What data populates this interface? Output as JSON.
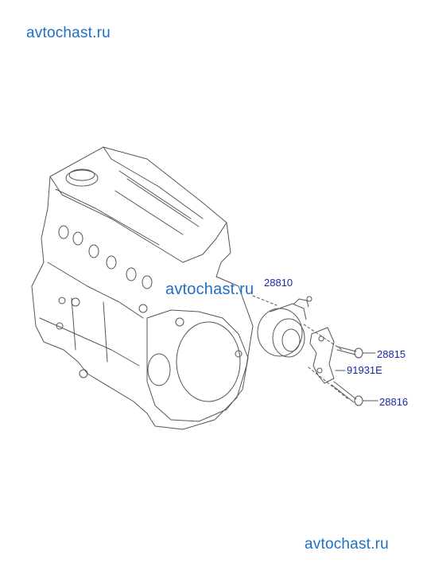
{
  "watermarks": {
    "top": "avtochast.ru",
    "middle": "avtochast.ru",
    "bottom": "avtochast.ru"
  },
  "parts": [
    {
      "code": "28810"
    },
    {
      "code": "28815"
    },
    {
      "code": "91931E"
    },
    {
      "code": "28816"
    }
  ],
  "colors": {
    "watermark": "#1e6fc6",
    "part_label": "#1a2aa0",
    "line_art": "#555555"
  }
}
